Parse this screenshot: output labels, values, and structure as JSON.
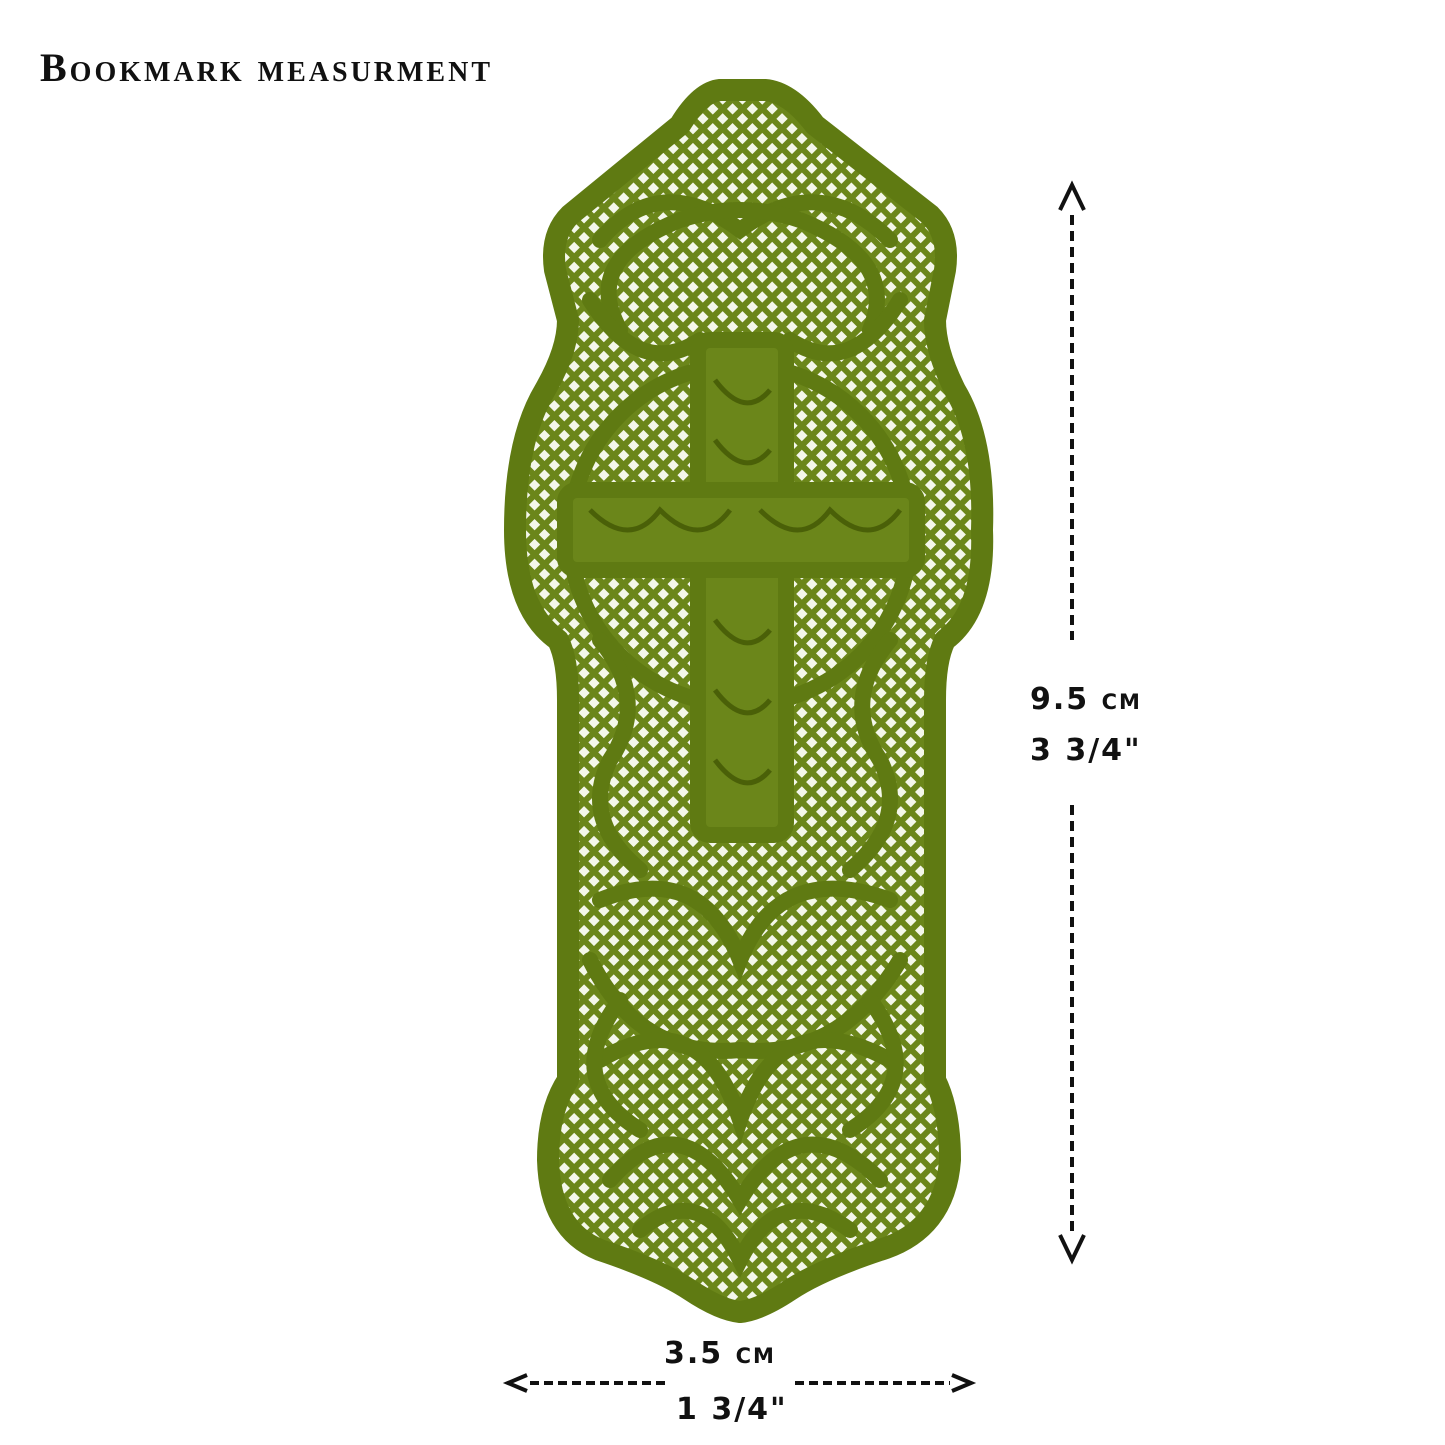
{
  "title": "Bookmark measurment",
  "height_measure": {
    "metric": "9.5 cm",
    "imperial": "3 3/4\""
  },
  "width_measure": {
    "metric": "3.5 cm",
    "imperial": "1 3/4\""
  },
  "colors": {
    "embroidery": "#5f7a12",
    "embroidery_dark": "#4a6008",
    "mesh_gap": "#ffffff",
    "text": "#111111"
  }
}
